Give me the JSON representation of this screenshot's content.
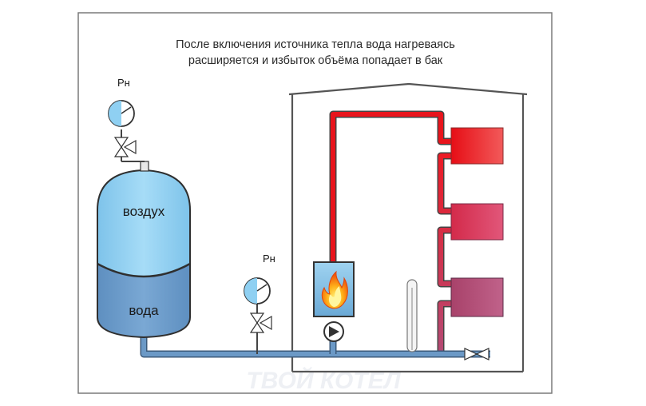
{
  "caption": {
    "line1": "После включения источника тепла вода нагреваясь",
    "line2": "расширяется и избыток объёма попадает в бак"
  },
  "tank": {
    "air_label": "воздух",
    "water_label": "вода"
  },
  "gauges": {
    "top_label": "Рн",
    "bottom_label": "Рн"
  },
  "watermark": "ТВОЙ КОТЕЛ",
  "colors": {
    "hot_pipe": "#e8141c",
    "cold_pipe": "#5f8ab3",
    "air_blue": "#8fd0f2",
    "water_blue": "#6b9ac6",
    "house_outline": "#555555"
  }
}
